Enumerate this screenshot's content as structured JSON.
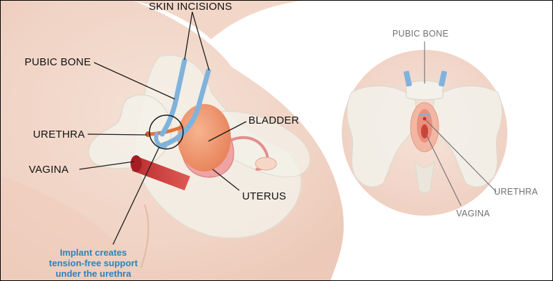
{
  "labels": {
    "skin_incisions": "SKIN INCISIONS",
    "pubic_bone": "PUBIC BONE",
    "urethra": "URETHRA",
    "vagina": "VAGINA",
    "bladder": "BLADDER",
    "uterus": "UTERUS"
  },
  "caption": {
    "line1": "Implant creates",
    "line2": "tension-free support",
    "line3": "under the urethra"
  },
  "inset": {
    "pubic_bone": "PUBIC BONE",
    "urethra": "URETHRA",
    "vagina": "VAGINA"
  },
  "colors": {
    "skin": "#f3d9cc",
    "bone": "#f1efe8",
    "bladder": "#ef9a72",
    "uterus": "#f0a3a3",
    "vagina": "#cf3b3b",
    "implant": "#7fb3dc",
    "caption": "#2a84b8"
  }
}
